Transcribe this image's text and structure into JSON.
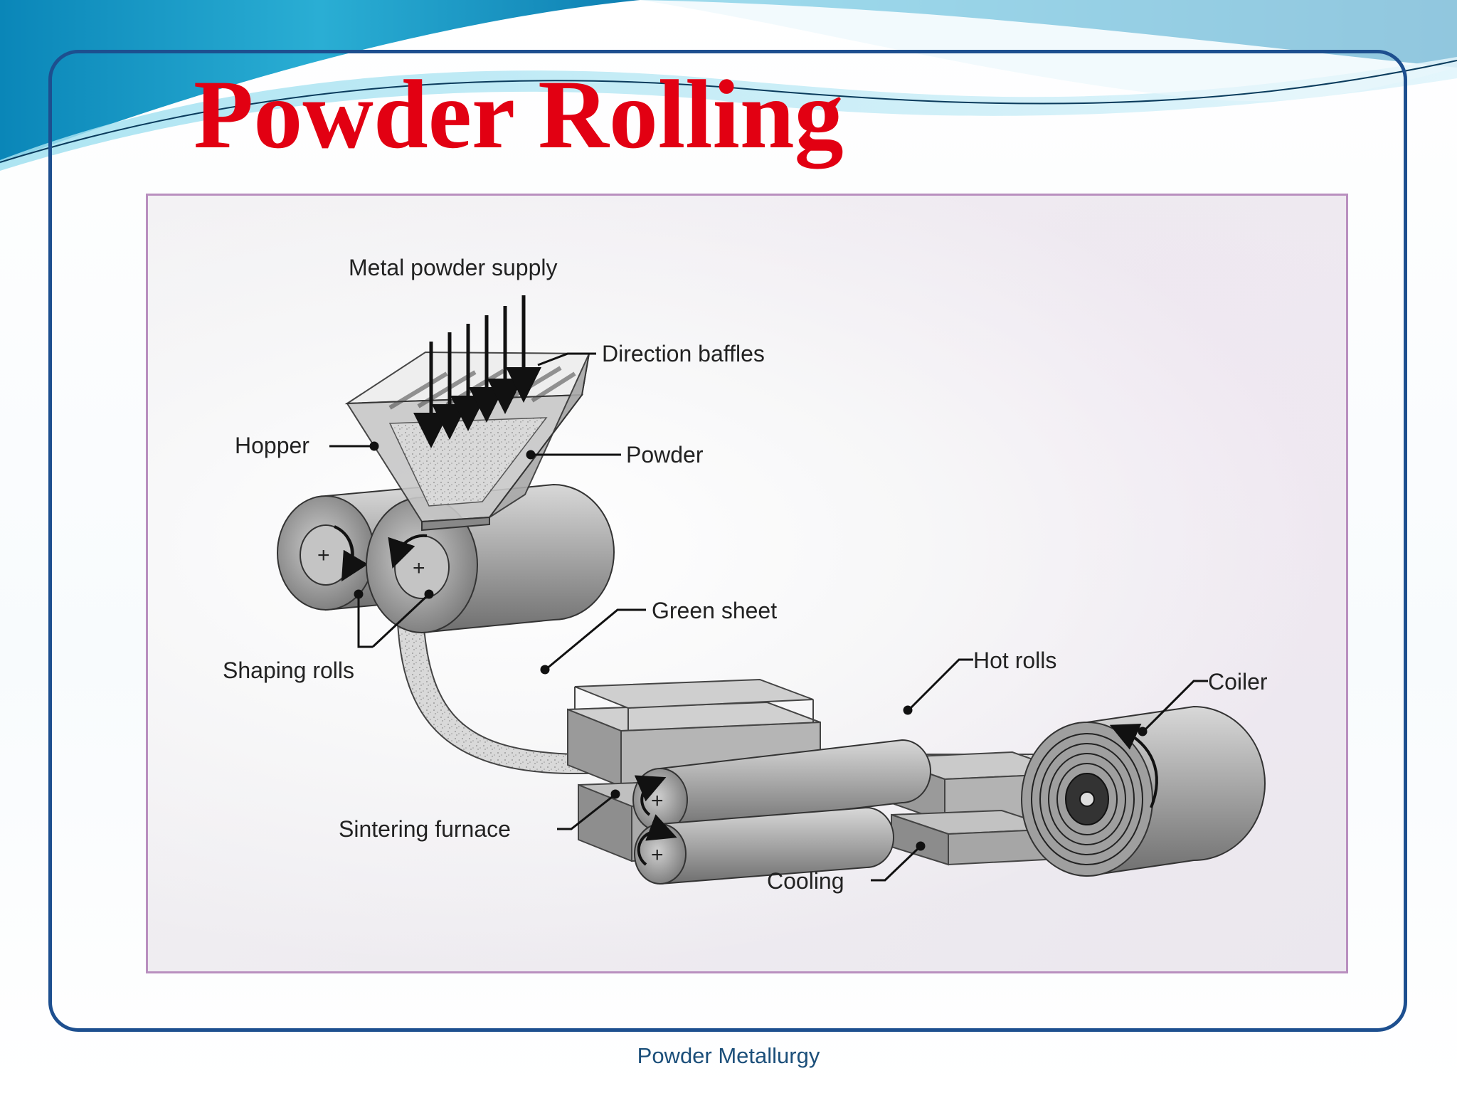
{
  "slide": {
    "title": "Powder Rolling",
    "footer": "Powder Metallurgy"
  },
  "diagram": {
    "labels": {
      "metal_powder_supply": "Metal powder supply",
      "direction_baffles": "Direction baffles",
      "hopper": "Hopper",
      "powder": "Powder",
      "shaping_rolls": "Shaping rolls",
      "green_sheet": "Green sheet",
      "hot_rolls": "Hot rolls",
      "coiler": "Coiler",
      "sintering_furnace": "Sintering furnace",
      "cooling": "Cooling"
    }
  },
  "colors": {
    "title": "#e20012",
    "frame": "#1d4f8f",
    "footer": "#1b4f7a",
    "swoosh_dark": "#0a7fb0",
    "swoosh_light": "#7fd3ea"
  }
}
